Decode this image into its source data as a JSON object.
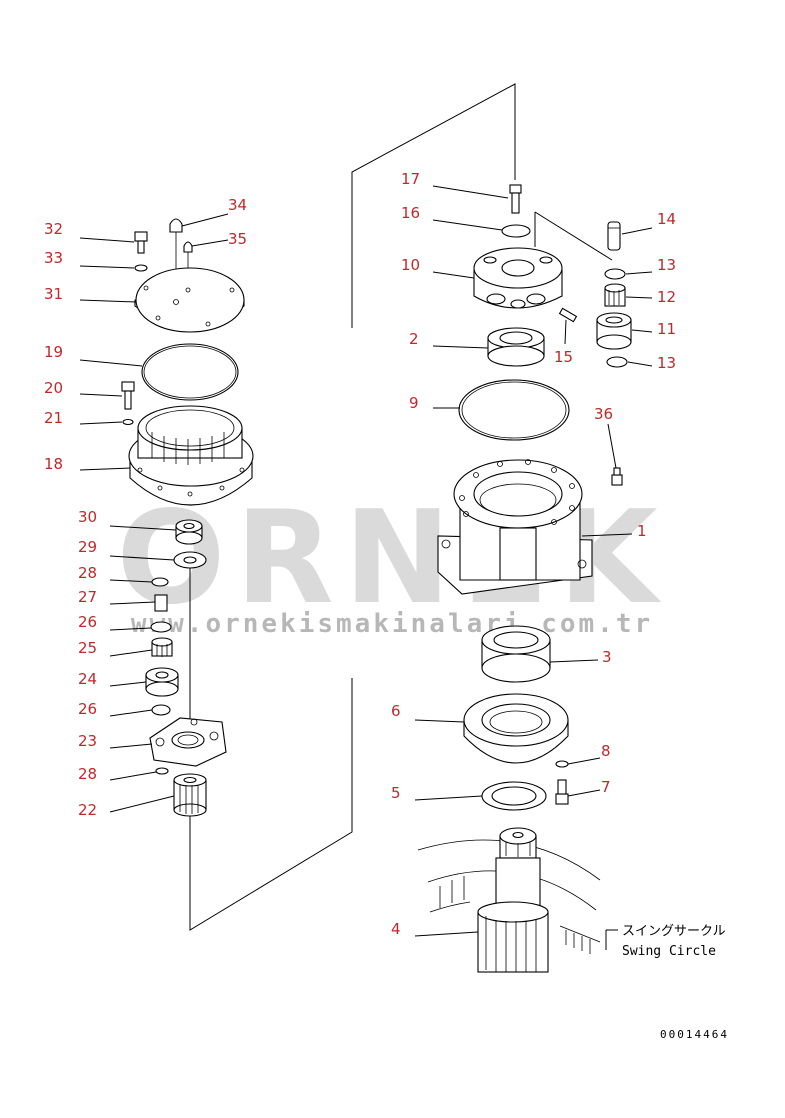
{
  "diagram": {
    "labels": [
      {
        "id": "17",
        "text": "17"
      },
      {
        "id": "16",
        "text": "16"
      },
      {
        "id": "14",
        "text": "14"
      },
      {
        "id": "10",
        "text": "10"
      },
      {
        "id": "13a",
        "text": "13"
      },
      {
        "id": "12",
        "text": "12"
      },
      {
        "id": "11",
        "text": "11"
      },
      {
        "id": "2",
        "text": "2"
      },
      {
        "id": "15",
        "text": "15"
      },
      {
        "id": "13b",
        "text": "13"
      },
      {
        "id": "9",
        "text": "9"
      },
      {
        "id": "36",
        "text": "36"
      },
      {
        "id": "1",
        "text": "1"
      },
      {
        "id": "3",
        "text": "3"
      },
      {
        "id": "6",
        "text": "6"
      },
      {
        "id": "8",
        "text": "8"
      },
      {
        "id": "7",
        "text": "7"
      },
      {
        "id": "5",
        "text": "5"
      },
      {
        "id": "4",
        "text": "4"
      },
      {
        "id": "32",
        "text": "32"
      },
      {
        "id": "34",
        "text": "34"
      },
      {
        "id": "35",
        "text": "35"
      },
      {
        "id": "33",
        "text": "33"
      },
      {
        "id": "31",
        "text": "31"
      },
      {
        "id": "19",
        "text": "19"
      },
      {
        "id": "20",
        "text": "20"
      },
      {
        "id": "21",
        "text": "21"
      },
      {
        "id": "18",
        "text": "18"
      },
      {
        "id": "30",
        "text": "30"
      },
      {
        "id": "29",
        "text": "29"
      },
      {
        "id": "28a",
        "text": "28"
      },
      {
        "id": "27",
        "text": "27"
      },
      {
        "id": "26a",
        "text": "26"
      },
      {
        "id": "25",
        "text": "25"
      },
      {
        "id": "24",
        "text": "24"
      },
      {
        "id": "26b",
        "text": "26"
      },
      {
        "id": "23",
        "text": "23"
      },
      {
        "id": "28b",
        "text": "28"
      },
      {
        "id": "22",
        "text": "22"
      }
    ],
    "swing_circle_jp": "スイングサークル",
    "swing_circle_en": "Swing Circle",
    "drawing_code": "00014464"
  },
  "watermark": {
    "brand": "ORNEK",
    "url": "www.ornekismakinalari.com.tr"
  }
}
